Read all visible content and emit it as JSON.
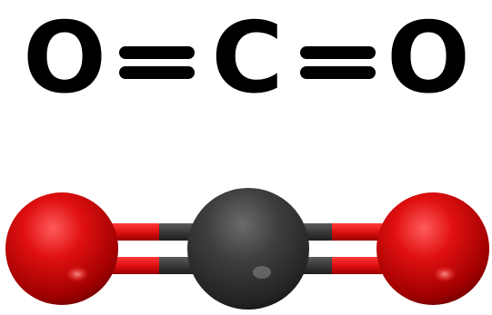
{
  "formula": {
    "atoms": [
      "O",
      "C",
      "O"
    ],
    "bond": "double",
    "bond_count": 2
  },
  "model": {
    "style": "ball-and-stick",
    "atoms": [
      {
        "element": "O",
        "color": "#e01010"
      },
      {
        "element": "C",
        "color": "#3a3a3a"
      },
      {
        "element": "O",
        "color": "#e01010"
      }
    ],
    "bond_color_carbon_side": "#3a3a3a",
    "bond_color_oxygen_side": "#e01010"
  },
  "colors": {
    "text": "#000000",
    "background": "#ffffff"
  }
}
